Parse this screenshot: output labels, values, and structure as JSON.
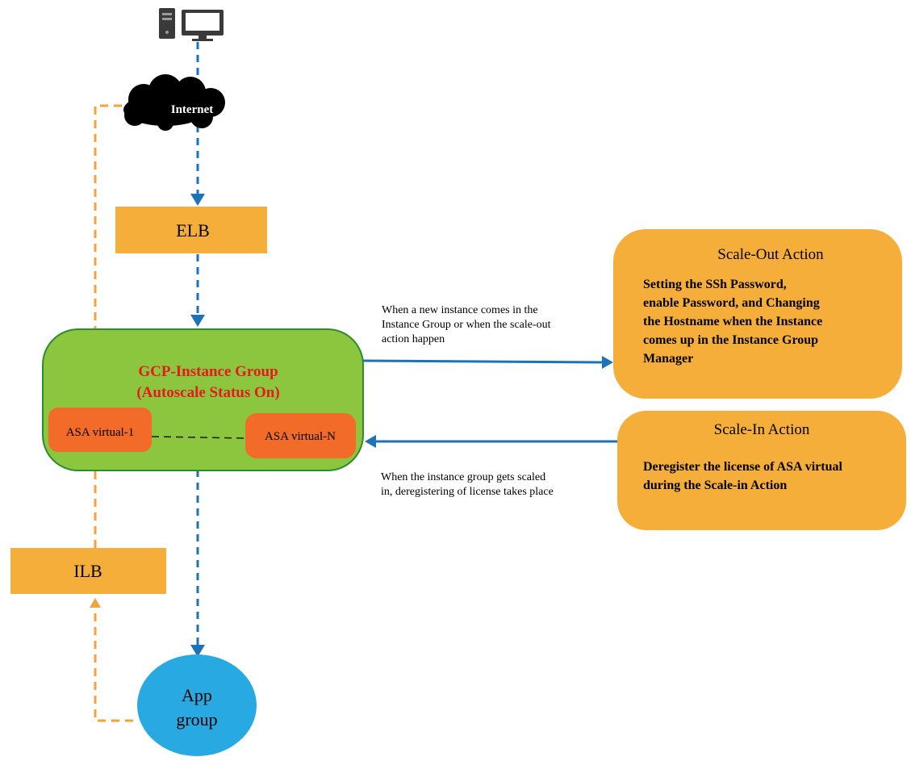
{
  "colors": {
    "orange_box": "#F6AE3B",
    "orange_line": "#F3A33A",
    "blue_line": "#1D72B8",
    "green_group": "#8CC63F",
    "green_border": "#2E8B2E",
    "asa_box": "#F26B28",
    "title_red": "#E51B1B",
    "app_circle": "#29A9E1",
    "cloud": "#000000"
  },
  "nodes": {
    "internet": "Internet",
    "elb": "ELB",
    "ilb": "ILB",
    "gcp_group_line1": "GCP-Instance Group",
    "gcp_group_line2": "(Autoscale Status On)",
    "asa_1": "ASA virtual-1",
    "asa_n": "ASA virtual-N",
    "app_line1": "App",
    "app_line2": "group"
  },
  "scale_out": {
    "title": "Scale-Out Action",
    "lines": [
      "Setting the SSh Password,",
      "enable Password, and Changing",
      "the Hostname when the Instance",
      "comes up in the Instance Group",
      "Manager"
    ]
  },
  "scale_in": {
    "title": "Scale-In Action",
    "lines": [
      "Deregister the license of ASA virtual",
      "during the Scale-in Action"
    ]
  },
  "edges": {
    "scale_out_label": [
      "When a new instance comes in the",
      "Instance Group or when the scale-out",
      "action happen"
    ],
    "scale_in_label": [
      "When the instance group gets scaled",
      "in, deregistering of license takes place"
    ]
  },
  "icons": {
    "client": "desktop-computer-icon",
    "internet": "cloud-icon"
  }
}
